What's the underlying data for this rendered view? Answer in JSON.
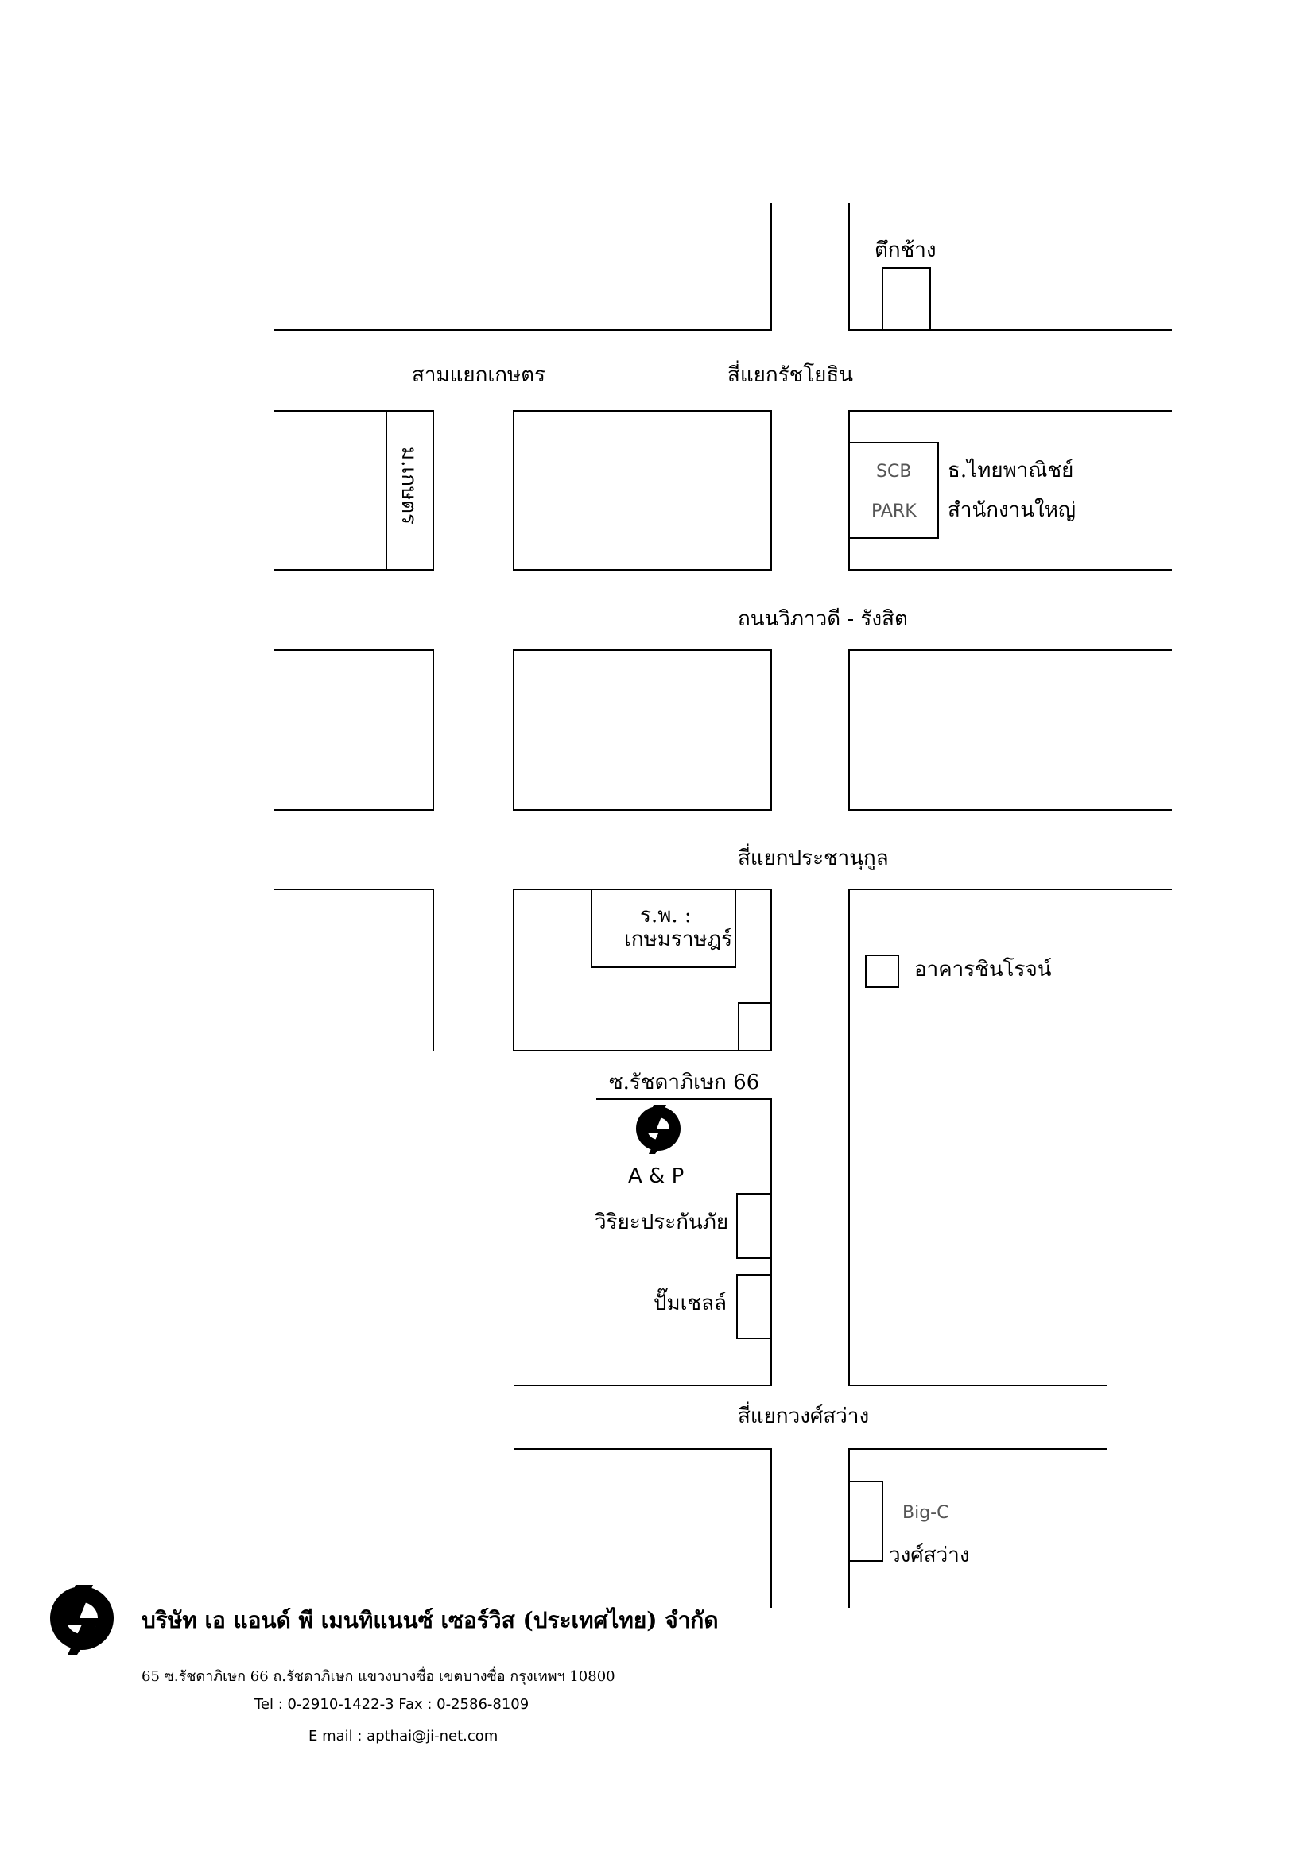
{
  "map": {
    "labels": {
      "tuk_chang": "ตึกช้าง",
      "sam_yaek_kaset": "สามแยกเกษตร",
      "si_yaek_ratchayothin": "สี่แยกรัชโยธิน",
      "kasetsart_university": "ม.เกษตร",
      "scb_park_line1": "SCB",
      "scb_park_line2": "PARK",
      "scb_bank_line1": "ธ.ไทยพาณิชย์",
      "scb_bank_line2": "สำนักงานใหญ่",
      "vibhavadi_rangsit_road": "ถนนวิภาวดี - รังสิต",
      "si_yaek_prachanukul": "สี่แยกประชานุกูล",
      "hospital_line1": "ร.พ. :",
      "hospital_line2": "เกษมราษฎร์",
      "chinnaroj_building": "อาคารชินโรจน์",
      "soi_ratchadaphisek_66": "ซ.รัชดาภิเษก 66",
      "ap_logo_text": "A & P",
      "viriyah_insurance": "วิริยะประกันภัย",
      "shell_station": "ปั๊มเชลล์",
      "si_yaek_wong_sawang": "สี่แยกวงศ์สว่าง",
      "bigc_line1": "Big-C",
      "bigc_line2": "วงศ์สว่าง"
    }
  },
  "footer": {
    "company_name": "บริษัท เอ แอนด์ พี เมนทิแนนซ์ เซอร์วิส (ประเทศไทย) จำกัด",
    "address": "65 ซ.รัชดาภิเษก 66 ถ.รัชดาภิเษก แขวงบางซื่อ เขตบางซื่อ กรุงเทพฯ 10800",
    "phone_fax": "Tel : 0-2910-1422-3   Fax : 0-2586-8109",
    "email": "E mail : apthai@ji-net.com"
  }
}
